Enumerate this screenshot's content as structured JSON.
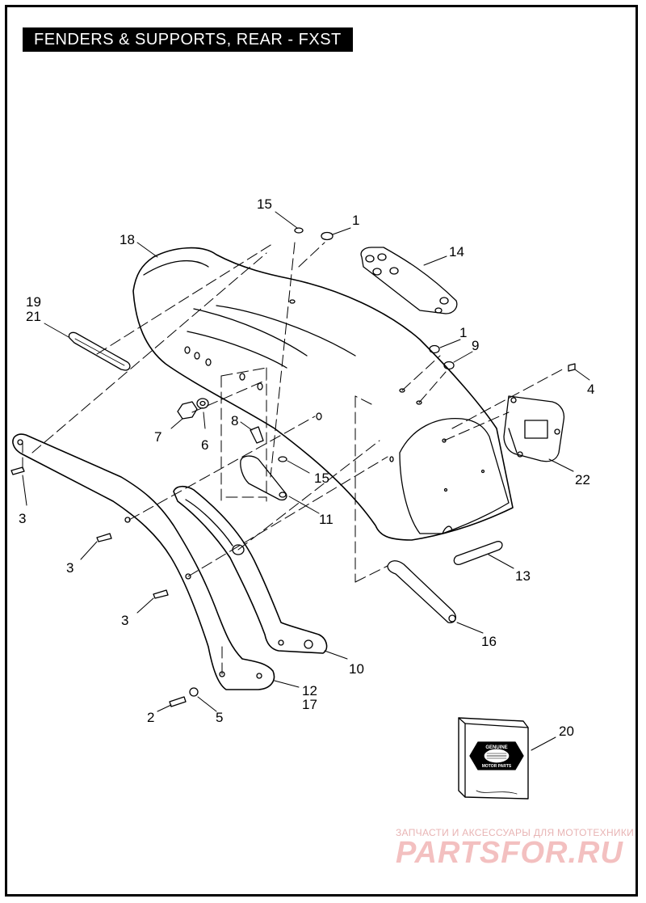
{
  "title": "FENDERS & SUPPORTS, REAR - FXST",
  "callouts": {
    "c15a": "15",
    "c1a": "1",
    "c18": "18",
    "c14": "14",
    "c19": "19",
    "c21": "21",
    "c1b": "1",
    "c9": "9",
    "c4": "4",
    "c8": "8",
    "c7": "7",
    "c6": "6",
    "c15b": "15",
    "c22": "22",
    "c11": "11",
    "c3a": "3",
    "c3b": "3",
    "c3c": "3",
    "c13": "13",
    "c16": "16",
    "c10": "10",
    "c12": "12",
    "c17": "17",
    "c2": "2",
    "c5": "5",
    "c20": "20"
  },
  "watermark": {
    "line1": "ЗАПЧАСТИ И АКСЕССУАРЫ ДЛЯ МОТОТЕХНИКИ",
    "line2": "PARTSFOR.RU"
  },
  "logo_text": {
    "top": "GENUINE",
    "bottom": "MOTOR PARTS"
  }
}
